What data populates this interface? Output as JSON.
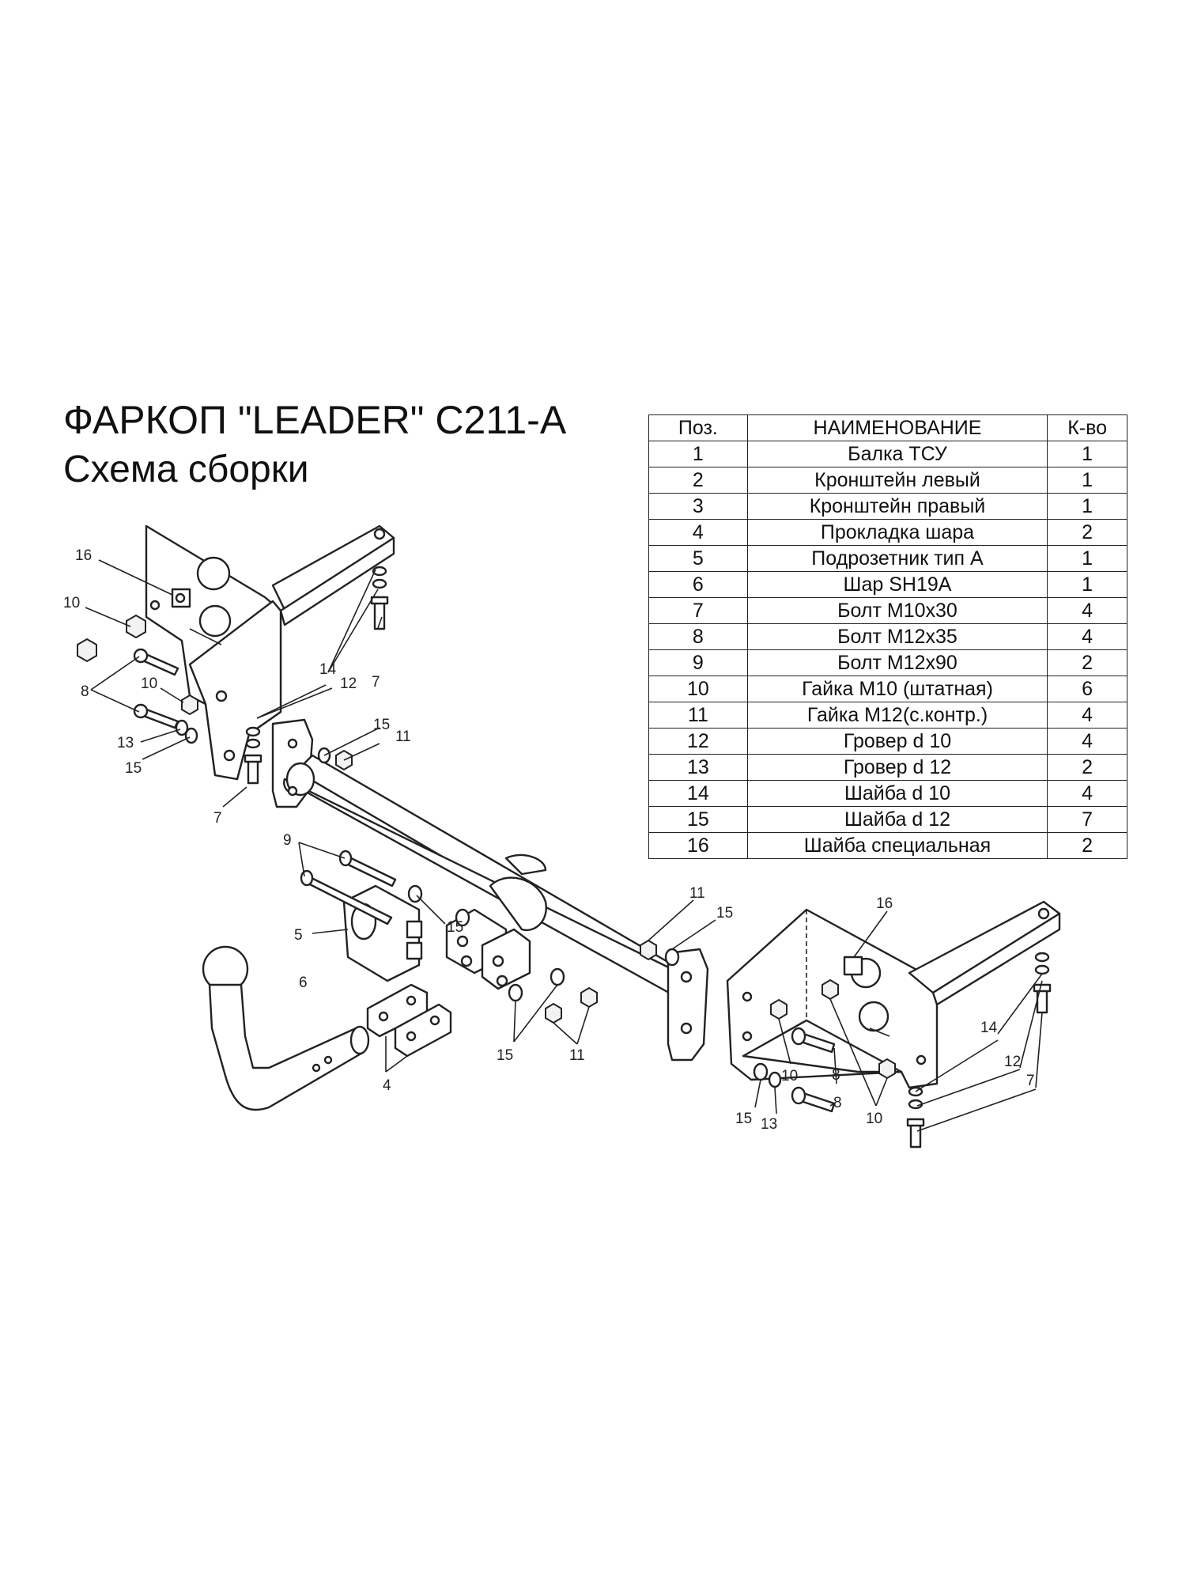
{
  "title": {
    "line1": "ФАРКОП \"LEADER\" C211-A",
    "line2": "Схема сборки"
  },
  "parts_table": {
    "headers": [
      "Поз.",
      "НАИМЕНОВАНИЕ",
      "К-во"
    ],
    "rows": [
      [
        "1",
        "Балка ТСУ",
        "1"
      ],
      [
        "2",
        "Кронштейн левый",
        "1"
      ],
      [
        "3",
        "Кронштейн правый",
        "1"
      ],
      [
        "4",
        "Прокладка шара",
        "2"
      ],
      [
        "5",
        "Подрозетник тип А",
        "1"
      ],
      [
        "6",
        "Шар SH19A",
        "1"
      ],
      [
        "7",
        "Болт М10х30",
        "4"
      ],
      [
        "8",
        "Болт М12х35",
        "4"
      ],
      [
        "9",
        "Болт М12х90",
        "2"
      ],
      [
        "10",
        "Гайка М10 (штатная)",
        "6"
      ],
      [
        "11",
        "Гайка М12(с.контр.)",
        "4"
      ],
      [
        "12",
        "Гровер d 10",
        "4"
      ],
      [
        "13",
        "Гровер d 12",
        "2"
      ],
      [
        "14",
        "Шайба d 10",
        "4"
      ],
      [
        "15",
        "Шайба d 12",
        "7"
      ],
      [
        "16",
        "Шайба специальная",
        "2"
      ]
    ]
  },
  "callouts": {
    "c16a": "16",
    "c10a": "10",
    "c8a": "8",
    "c10b": "10",
    "c13a": "13",
    "c15a": "15",
    "c7a": "7",
    "c14a": "14",
    "c12a": "12",
    "c7b": "7",
    "c15b": "15",
    "c11a": "11",
    "c9": "9",
    "c5": "5",
    "c15c": "15",
    "c6": "6",
    "c4": "4",
    "c15d": "15",
    "c11b": "11",
    "c11c": "11",
    "c15e": "15",
    "c16b": "16",
    "c10c": "10",
    "c8b": "8",
    "c8c": "8",
    "c15f": "15",
    "c13b": "13",
    "c10d": "10",
    "c14b": "14",
    "c12b": "12",
    "c7c": "7"
  }
}
